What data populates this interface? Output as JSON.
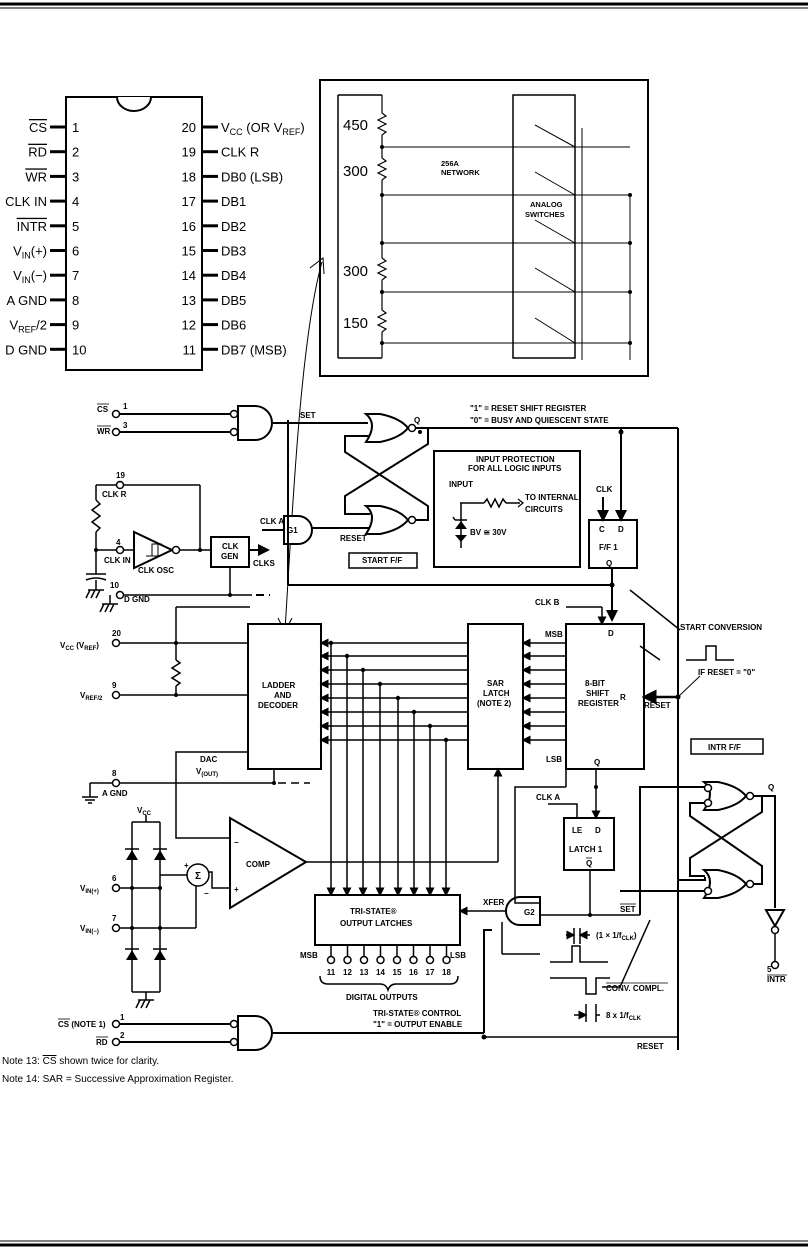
{
  "pinout": {
    "left": [
      {
        "num": "1",
        "name": "CS"
      },
      {
        "num": "2",
        "name": "RD"
      },
      {
        "num": "3",
        "name": "WR"
      },
      {
        "num": "4",
        "name": "CLK IN"
      },
      {
        "num": "5",
        "name": "INTR"
      },
      {
        "num": "6",
        "name": "V",
        "sub": "IN",
        "suffix": "(+)"
      },
      {
        "num": "7",
        "name": "V",
        "sub": "IN",
        "suffix": "(−)"
      },
      {
        "num": "8",
        "name": "A GND"
      },
      {
        "num": "9",
        "name": "V",
        "sub": "REF",
        "suffix": "/2"
      },
      {
        "num": "10",
        "name": "D GND"
      }
    ],
    "right": [
      {
        "num": "20",
        "name": "V",
        "sub": "CC",
        "suffix": " (OR V",
        "sub2": "REF",
        "suffix2": ")"
      },
      {
        "num": "19",
        "name": "CLK R"
      },
      {
        "num": "18",
        "name": "DB0 (LSB)"
      },
      {
        "num": "17",
        "name": "DB1"
      },
      {
        "num": "16",
        "name": "DB2"
      },
      {
        "num": "15",
        "name": "DB3"
      },
      {
        "num": "14",
        "name": "DB4"
      },
      {
        "num": "13",
        "name": "DB5"
      },
      {
        "num": "12",
        "name": "DB6"
      },
      {
        "num": "11",
        "name": "DB7 (MSB)"
      }
    ]
  },
  "ladder_inset": {
    "resistors": [
      "450",
      "300",
      "300",
      "150"
    ],
    "network_label_1": "256A",
    "network_label_2": "NETWORK",
    "switches_label_1": "ANALOG",
    "switches_label_2": "SWITCHES"
  },
  "block": {
    "pins": {
      "cs": "CS",
      "cs_num": "1",
      "wr": "WR",
      "wr_num": "3",
      "clkr": "CLK R",
      "clkr_num": "19",
      "clkin": "CLK IN",
      "clkin_num": "4",
      "dgnd": "D GND",
      "dgnd_num": "10",
      "vcc": "V",
      "vcc_sub": "CC",
      "vcc_rest": " (V",
      "vcc_sub2": "REF",
      "vcc_rest2": ")",
      "vcc_num": "20",
      "vref2": "V",
      "vref2_sub": "REF/2",
      "vref2_num": "9",
      "agnd": "A GND",
      "agnd_num": "8",
      "vinp": "V",
      "vinp_sub": "IN(+)",
      "vinp_num": "6",
      "vinm": "V",
      "vinm_sub": "IN(−)",
      "vinm_num": "7",
      "cs2": "CS (NOTE 1)",
      "cs2_num": "1",
      "rd": "RD",
      "rd_num": "2",
      "intr": "INTR",
      "intr_num": "5",
      "vcc_top": "V",
      "vcc_top_sub": "CC"
    },
    "labels": {
      "set": "SET",
      "q": "Q",
      "reset": "RESET",
      "one_reset": "\"1\" = RESET SHIFT REGISTER",
      "zero_busy": "\"0\" = BUSY AND QUIESCENT STATE",
      "input_prot_1": "INPUT PROTECTION",
      "input_prot_2": "FOR ALL LOGIC INPUTS",
      "input": "INPUT",
      "to_internal_1": "TO INTERNAL",
      "to_internal_2": "CIRCUITS",
      "bv": "BV ≅ 30V",
      "clk": "CLK",
      "c": "C",
      "d": "D",
      "ff1": "F/F 1",
      "clka": "CLK A",
      "g1": "G1",
      "start_ff": "START F/F",
      "clk_osc": "CLK OSC",
      "clk_gen_1": "CLK",
      "clk_gen_2": "GEN",
      "clks": "CLKS",
      "clkb": "CLK B",
      "start_conv": "START CONVERSION",
      "if_reset": "IF RESET = \"0\"",
      "ladder_1": "LADDER",
      "ladder_2": "AND",
      "ladder_3": "DECODER",
      "sar_1": "SAR",
      "sar_2": "LATCH",
      "sar_3": "(NOTE 2)",
      "msb": "MSB",
      "lsb": "LSB",
      "shift_1": "8-BIT",
      "shift_2": "SHIFT",
      "shift_3": "REGISTER",
      "r": "R",
      "intr_ff": "INTR F/F",
      "dac": "DAC",
      "vout": "V",
      "vout_sub": "(OUT)",
      "le": "LE",
      "latch1": "LATCH 1",
      "qbar": "Q",
      "comp": "COMP",
      "xfer": "XFER",
      "g2": "G2",
      "tri_1": "TRI-STATE®",
      "tri_2": "OUTPUT LATCHES",
      "set_bar": "SET",
      "one_clk": "(1 × 1/f",
      "one_clk_sub": "CLK",
      "one_clk_end": ")",
      "conv_compl": "CONV. COMPL.",
      "eight_clk": "8 x 1/f",
      "eight_clk_sub": "CLK",
      "digital_outputs": "DIGITAL OUTPUTS",
      "tri_ctrl_1": "TRI-STATE® CONTROL",
      "tri_ctrl_2": "\"1\" = OUTPUT ENABLE",
      "plus": "+",
      "minus": "−",
      "sigma": "Σ"
    },
    "output_pins": [
      "11",
      "12",
      "13",
      "14",
      "15",
      "16",
      "17",
      "18"
    ]
  },
  "notes": [
    {
      "label": "Note 13:",
      "overline": "CS",
      "text": " shown twice for clarity."
    },
    {
      "label": "Note 14:",
      "overline": "",
      "text": "SAR = Successive Approximation Register."
    }
  ]
}
